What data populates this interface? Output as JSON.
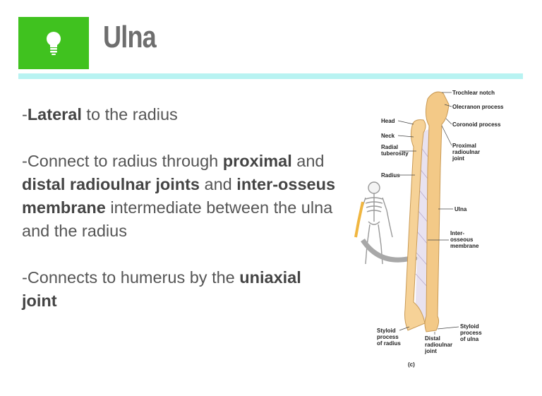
{
  "title": "Ulna",
  "icon": "lightbulb-icon",
  "colors": {
    "accent_green": "#40c21f",
    "rule": "#b8f3f2",
    "bone": "#f2c88a"
  },
  "paragraphs": [
    [
      {
        "t": "-",
        "b": false
      },
      {
        "t": "Lateral",
        "b": true
      },
      {
        "t": " to the radius",
        "b": false
      }
    ],
    [
      {
        "t": "-Connect to radius through ",
        "b": false
      },
      {
        "t": "proximal",
        "b": true
      },
      {
        "t": " and ",
        "b": false
      },
      {
        "t": "distal radioulnar joints",
        "b": true
      },
      {
        "t": " and ",
        "b": false
      },
      {
        "t": "inter-osseus membrane",
        "b": true
      },
      {
        "t": " intermediate between the ulna and the radius",
        "b": false
      }
    ],
    [
      {
        "t": "-Connects to humerus by the ",
        "b": false
      },
      {
        "t": "uniaxial joint",
        "b": true
      }
    ]
  ],
  "figure_labels": {
    "trochlear_notch": "Trochlear notch",
    "olecranon_process": "Olecranon process",
    "coronoid_process": "Coronoid process",
    "head": "Head",
    "neck": "Neck",
    "radial_tuberosity": "Radial tuberosity",
    "proximal_radioulnar_joint": "Proximal radioulnar joint",
    "radius": "Radius",
    "ulna": "Ulna",
    "interosseous_membrane": "Inter-osseous membrane",
    "styloid_process_of_radius": "Styloid process of radius",
    "distal_radioulnar_joint": "Distal radioulnar joint",
    "styloid_process_of_ulna": "Styloid process of ulna",
    "panel": "(c)"
  }
}
